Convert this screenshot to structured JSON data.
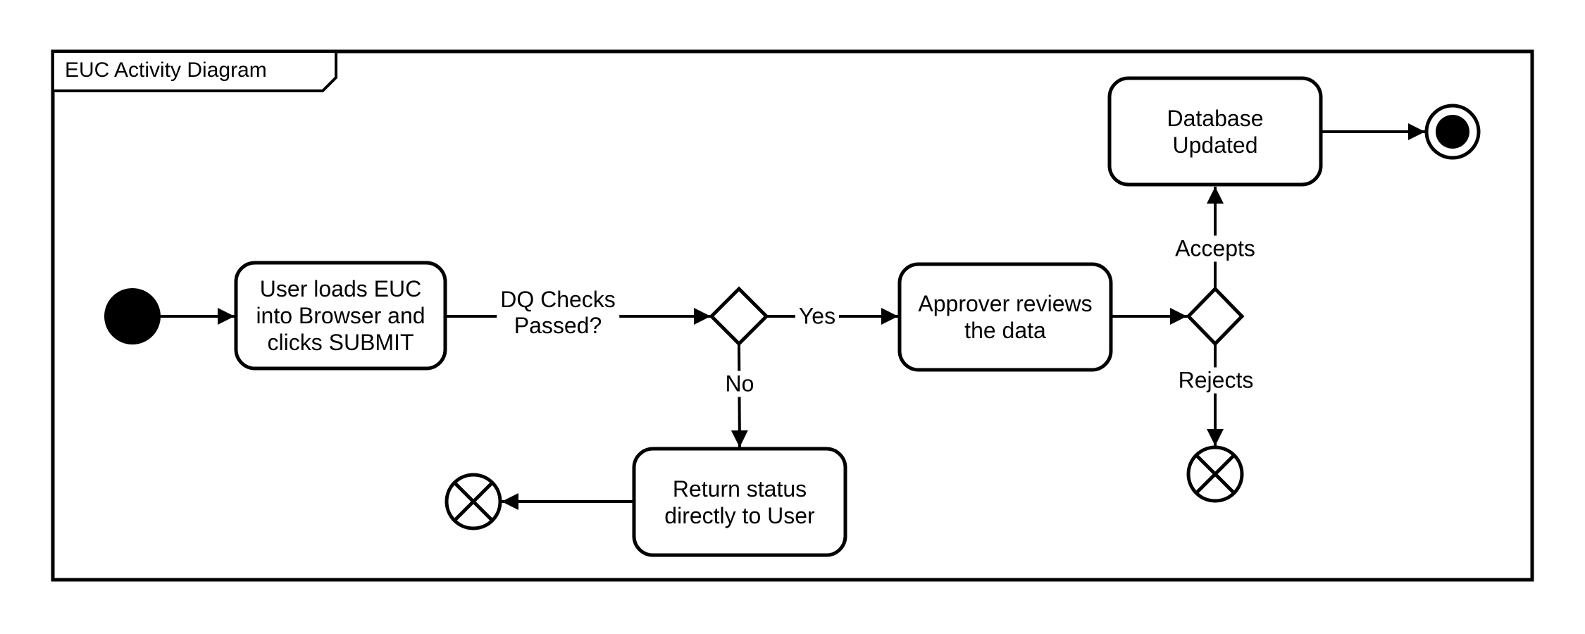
{
  "frame": {
    "title": "EUC Activity Diagram"
  },
  "nodes": {
    "start": {
      "kind": "initial-node"
    },
    "user_loads": {
      "kind": "action",
      "lines": [
        "User loads EUC",
        "into Browser and",
        "clicks SUBMIT"
      ]
    },
    "dq_decision": {
      "kind": "decision"
    },
    "approver_reviews": {
      "kind": "action",
      "lines": [
        "Approver reviews",
        "the data"
      ]
    },
    "approver_decision": {
      "kind": "decision"
    },
    "database_updated": {
      "kind": "action",
      "lines": [
        "Database",
        "Updated"
      ]
    },
    "return_status": {
      "kind": "action",
      "lines": [
        "Return status",
        "directly to User"
      ]
    },
    "end": {
      "kind": "activity-final-node"
    },
    "flow_final_left": {
      "kind": "flow-final-node"
    },
    "flow_final_right": {
      "kind": "flow-final-node"
    }
  },
  "edge_labels": {
    "dq_checks": {
      "lines": [
        "DQ Checks",
        "Passed?"
      ]
    },
    "yes": "Yes",
    "no": "No",
    "accepts": "Accepts",
    "rejects": "Rejects"
  },
  "colors": {
    "stroke": "#000000",
    "fill": "#ffffff",
    "text": "#000000"
  }
}
